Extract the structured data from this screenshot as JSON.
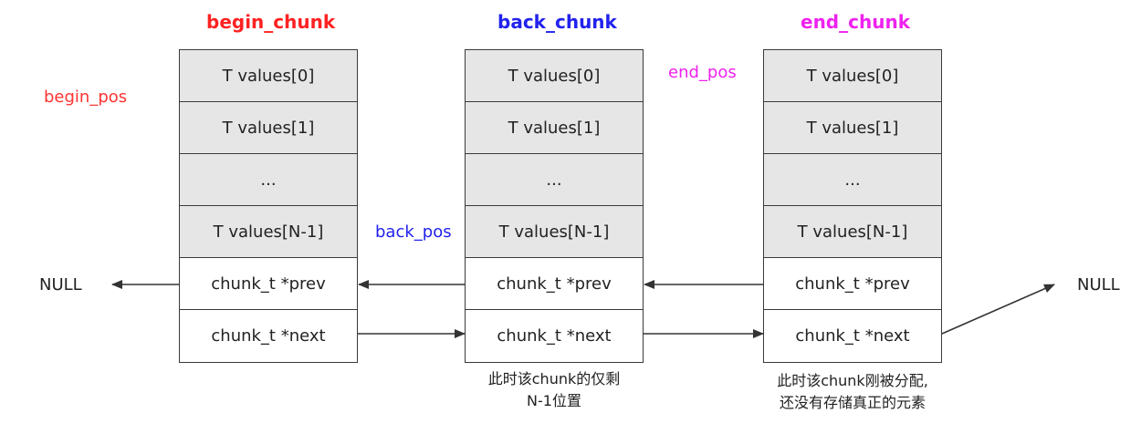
{
  "chunks": [
    {
      "title": "begin_chunk",
      "title_color": "#ff2222",
      "cells": [
        "T values[0]",
        "T values[1]",
        "...",
        "T values[N-1]",
        "chunk_t *prev",
        "chunk_t *next"
      ]
    },
    {
      "title": "back_chunk",
      "title_color": "#2222ee",
      "cells": [
        "T values[0]",
        "T values[1]",
        "...",
        "T values[N-1]",
        "chunk_t *prev",
        "chunk_t *next"
      ]
    },
    {
      "title": "end_chunk",
      "title_color": "#ee22ee",
      "cells": [
        "T values[0]",
        "T values[1]",
        "...",
        "T values[N-1]",
        "chunk_t *prev",
        "chunk_t *next"
      ]
    }
  ],
  "labels": {
    "begin_pos": "begin_pos",
    "begin_pos_color": "#ff3333",
    "back_pos": "back_pos",
    "back_pos_color": "#2222ee",
    "end_pos": "end_pos",
    "end_pos_color": "#ee22ee",
    "null_left": "NULL",
    "null_right": "NULL"
  },
  "notes": {
    "back_chunk_line1": "此时该chunk的仅剩",
    "back_chunk_line2": "N-1位置",
    "end_chunk_line1": "此时该chunk刚被分配,",
    "end_chunk_line2": "还没有存储真正的元素"
  },
  "colors": {
    "cell_value_bg": "#e6e6e6",
    "cell_pointer_bg": "#ffffff",
    "border": "#3a3a3a",
    "arrow": "#333333"
  }
}
